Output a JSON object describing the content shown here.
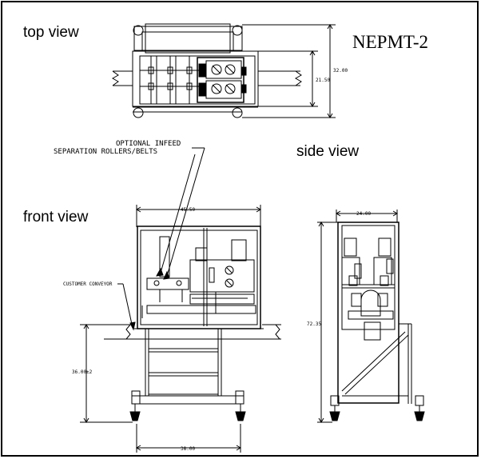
{
  "model": "NEPMT-2",
  "views": {
    "top": "top view",
    "side": "side view",
    "front": "front view"
  },
  "callouts": {
    "infeed_line1": "OPTIONAL INFEED",
    "infeed_line2": "SEPARATION ROLLERS/BELTS",
    "conveyor": "CUSTOMER CONVEYOR"
  },
  "dimensions": {
    "top_overall": "32.00",
    "top_inner": "21.50",
    "front_width": "45.50",
    "front_height": "36.00±2",
    "front_base": "38.00",
    "side_width": "24.00",
    "side_height": "72.35"
  },
  "colors": {
    "line": "#000000",
    "background": "#ffffff"
  }
}
